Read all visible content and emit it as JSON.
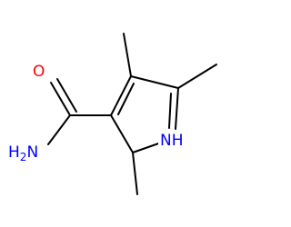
{
  "molecule": {
    "atoms": {
      "oxygen": {
        "label": "O",
        "color": "#ff0000"
      },
      "amide_nitrogen": {
        "label": "H",
        "subscript": "2",
        "suffix": "N",
        "color": "#0000ff"
      },
      "ring_nitrogen": {
        "label": "NH",
        "color": "#0000ff"
      }
    }
  }
}
